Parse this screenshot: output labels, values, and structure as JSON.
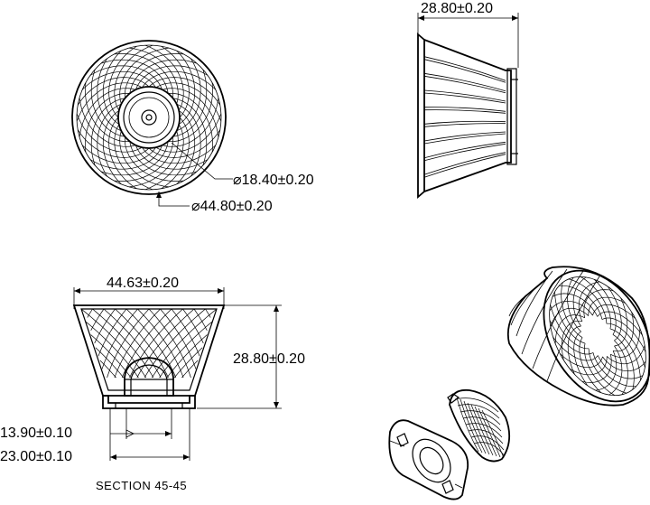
{
  "dimensions": {
    "top_width": "28.80±0.20",
    "inner_diameter": "⌀18.40±0.20",
    "outer_diameter": "⌀44.80±0.20",
    "section_width": "44.63±0.20",
    "section_height": "28.80±0.20",
    "base_inner": "13.90±0.10",
    "base_outer": "23.00±0.10"
  },
  "caption": "SECTION   45-45"
}
